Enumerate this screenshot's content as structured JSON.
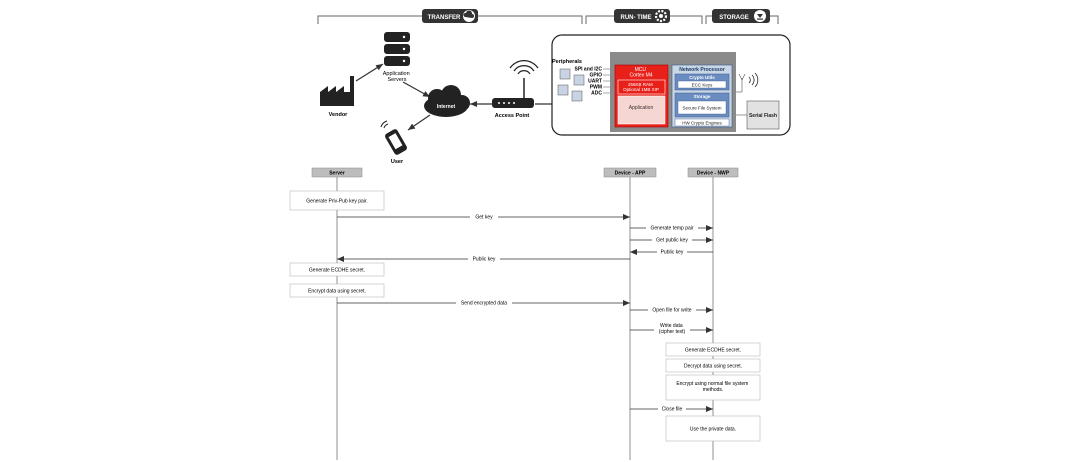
{
  "header": {
    "transfer": "TRANSFER",
    "runtime": "RUN- TIME",
    "storage": "STORAGE"
  },
  "architecture": {
    "application_servers": "Application\nServers",
    "vendor": "Vendor",
    "internet": "Internet",
    "user": "User",
    "access_point": "Access Point",
    "device": {
      "peripherals_title": "Peripherals",
      "peripherals": [
        "SPI and I2C",
        "GPIO",
        "UART",
        "PWM",
        "ADC"
      ],
      "mcu_title": "MCU\nCortex M4",
      "ram_label": "256KB RAM\nOptional 1MB XIP",
      "application": "Application",
      "network_processor": "Network Processor",
      "crypto_utils": "Crypto Utils",
      "ecc_keys": "ECC Keys",
      "storage": "Storage",
      "secure_fs": "Secure File System",
      "hw_crypto": "HW Crypto Engines",
      "serial_flash": "Serial Flash"
    }
  },
  "sequence": {
    "lanes": [
      "Server",
      "Device - APP",
      "Device - NWP"
    ],
    "notes": {
      "gen_key_pair": "Generate Priv-Pub key pair.",
      "gen_ecdhe_server": "Generate ECDHE secret.",
      "encrypt_server": "Encrypt data using secret.",
      "gen_ecdhe_nwp": "Generate ECDHE secret.",
      "decrypt_nwp": "Decrypt data using secret.",
      "encrypt_fs": "Encrypt using normal file system\nmethods.",
      "use_private": "Use the private data."
    },
    "messages": {
      "get_key": "Get key",
      "gen_temp_pair": "Generate temp pair",
      "get_public_key": "Get public key",
      "public_key_nwp": "Public key",
      "public_key_server": "Public key",
      "send_encrypted": "Send encrypted data",
      "open_file": "Open file for write",
      "write_data": "Write data\n(cipher text)",
      "close_file": "Close file"
    }
  }
}
